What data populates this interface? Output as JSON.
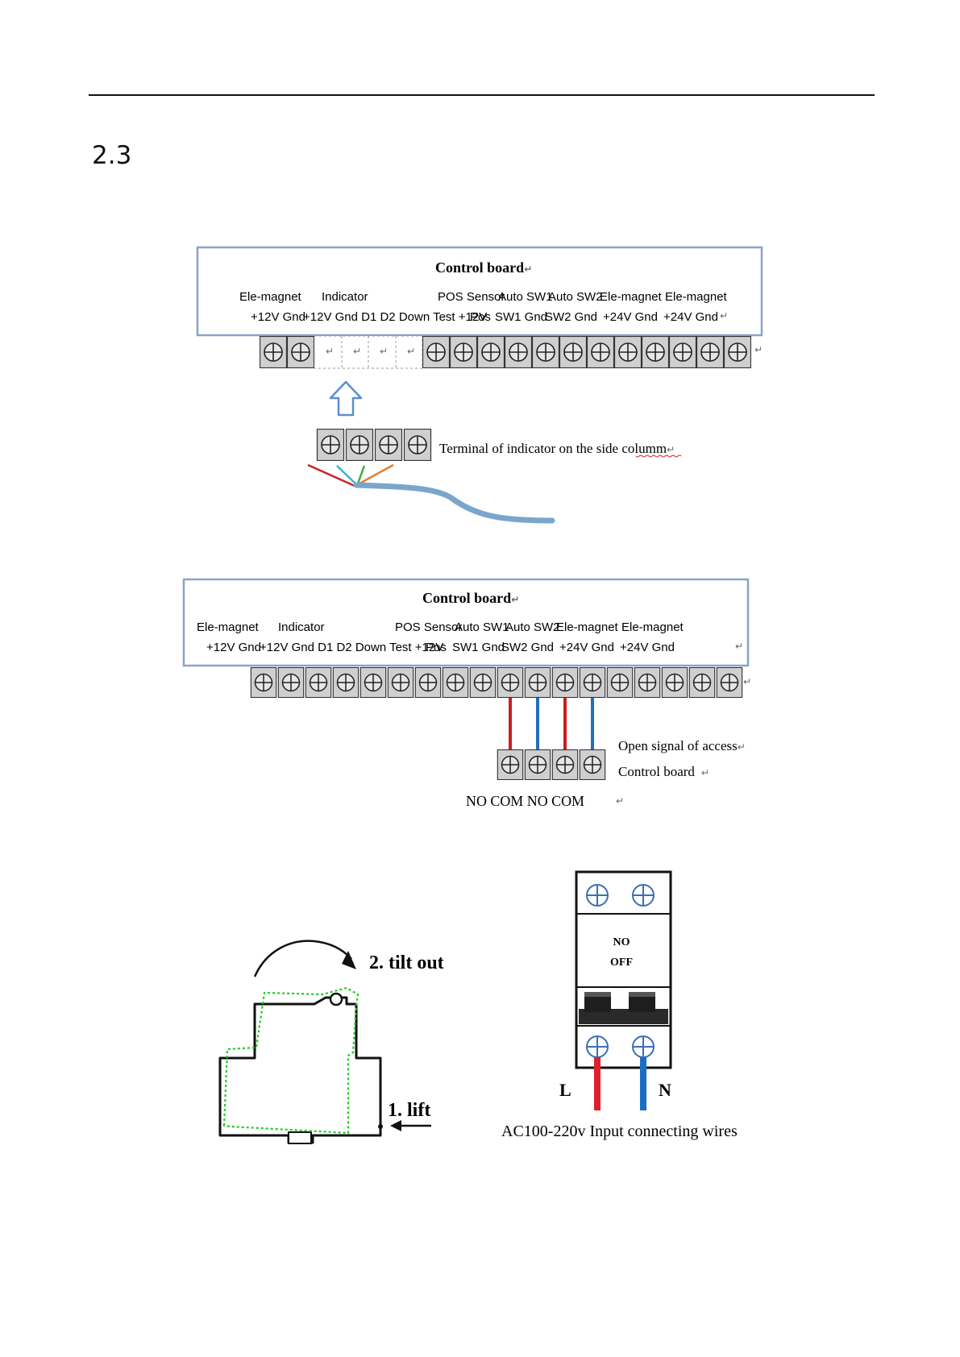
{
  "section": {
    "number": "2.3"
  },
  "return_mark": "↵",
  "diagram1": {
    "title": "Control board",
    "groups": [
      "Ele-magnet",
      "Indicator",
      "POS Sensor",
      "Auto SW1",
      "Auto SW2",
      "Ele-magnet",
      "Ele-magnet"
    ],
    "pins": [
      "+12V Gnd",
      "+12V Gnd D1 D2 Down Test +12V",
      "Pos",
      "SW1 Gnd",
      "SW2 Gnd",
      "+24V Gnd",
      "+24V Gnd"
    ],
    "indicator_label": "Terminal of indicator on the side columm",
    "wire_colors": [
      "#cc2222",
      "#33b5d6",
      "#44aa44",
      "#e08030"
    ],
    "cable_color": "#7aa6cc"
  },
  "diagram2": {
    "title": "Control board",
    "groups": [
      "Ele-magnet",
      "Indicator",
      "POS Sensor",
      "Auto SW1",
      "Auto SW2",
      "Ele-magnet",
      "Ele-magnet"
    ],
    "pins": [
      "+12V Gnd",
      "+12V Gnd D1 D2 Down Test +12V",
      "Pos",
      "SW1 Gnd",
      "SW2 Gnd",
      "+24V Gnd",
      "+24V Gnd"
    ],
    "relay_label_line1": "Open signal of access",
    "relay_label_line2": "Control board",
    "relay_pins": "NO COM NO COM",
    "wire_colors": [
      "#cc1f1f",
      "#1f6fbf",
      "#cc1f1f",
      "#1f6fbf"
    ]
  },
  "diagram3": {
    "tilt_label": "2. tilt out",
    "lift_label": "1. lift",
    "breaker_line1": "NO",
    "breaker_line2": "OFF",
    "live_label": "L",
    "neutral_label": "N",
    "input_label": "AC100-220v Input connecting wires",
    "live_color": "#e0202a",
    "neutral_color": "#1a6fc4",
    "outline_color": "#22cc22"
  }
}
